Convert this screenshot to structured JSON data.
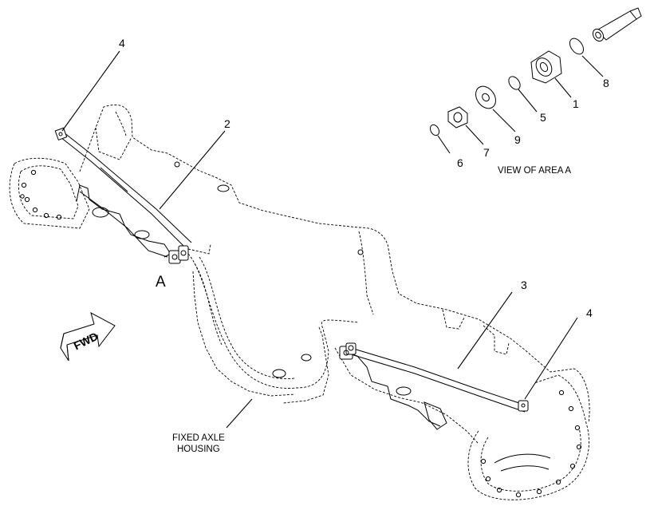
{
  "callouts": {
    "c1": "1",
    "c2": "2",
    "c3": "3",
    "c4_top": "4",
    "c4_right": "4",
    "c5": "5",
    "c6": "6",
    "c7": "7",
    "c8": "8",
    "c9": "9"
  },
  "labels": {
    "view_of_area": "VIEW OF AREA A",
    "area_marker": "A",
    "fwd_arrow": "FWD",
    "housing_line1": "FIXED AXLE",
    "housing_line2": "HOUSING"
  }
}
